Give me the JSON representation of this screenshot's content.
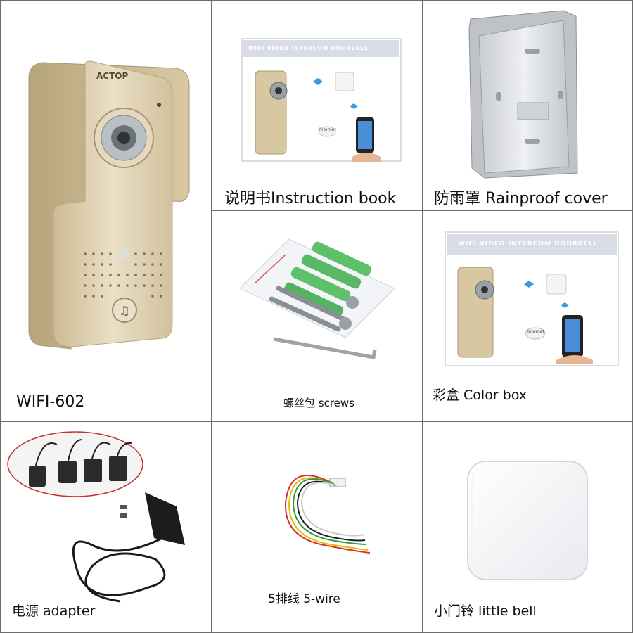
{
  "cells": {
    "doorbell": {
      "label": "WIFI-602",
      "brand": "ACTOP"
    },
    "instruction_book": {
      "label": "说明书Instruction book",
      "header": "WIFI VIDEO INTERCOM DOORBELL",
      "internet": "Internet"
    },
    "rainproof_cover": {
      "label": "防雨罩 Rainproof cover"
    },
    "screws": {
      "label": "螺丝包 screws"
    },
    "color_box": {
      "label": "彩盒 Color box",
      "header": "WIFI VIDEO INTERCOM DOORBELL",
      "internet": "Internet"
    },
    "adapter": {
      "label": "电源 adapter"
    },
    "wire": {
      "label": "5排线 5-wire"
    },
    "little_bell": {
      "label": "小门铃  little bell"
    }
  },
  "colors": {
    "border": "#6d6d6d",
    "gold": "#d9c9a4",
    "green": "#5fc06a",
    "silver": "#d8dbe0"
  }
}
